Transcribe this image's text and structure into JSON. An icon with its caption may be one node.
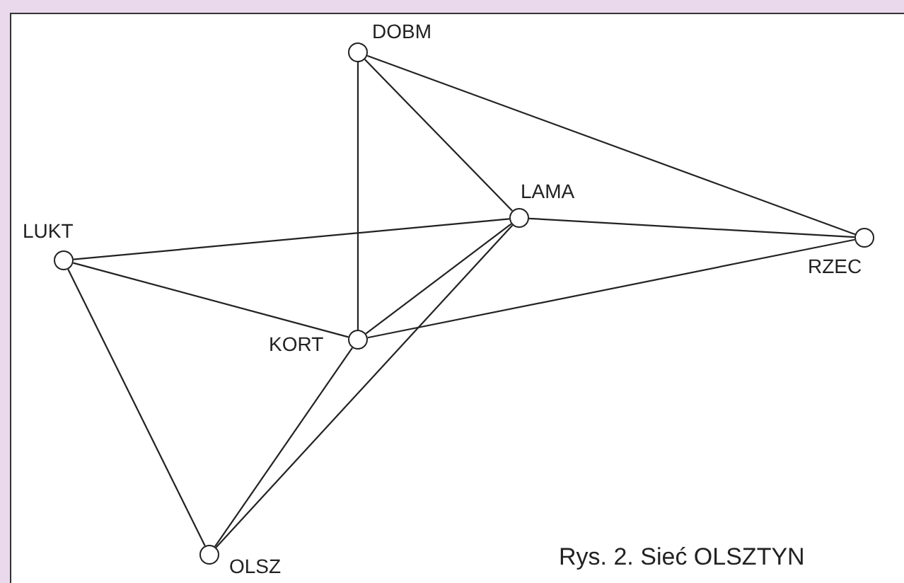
{
  "diagram": {
    "caption": "Rys. 2. Sieć OLSZTYN",
    "nodes": [
      {
        "text": [],
        "shape": "circle",
        "beside": [
          "DOBM"
        ]
      },
      {
        "text": [],
        "shape": "circle",
        "beside": [
          "LUKT"
        ]
      },
      {
        "text": [],
        "shape": "circle",
        "beside": [
          "LAMA"
        ]
      },
      {
        "text": [],
        "shape": "circle",
        "beside": [
          "RZEC"
        ]
      },
      {
        "text": [],
        "shape": "circle",
        "beside": [
          "KORT"
        ]
      },
      {
        "text": [],
        "shape": "circle",
        "beside": [
          "OLSZ"
        ]
      }
    ],
    "edges": [
      {
        "from": 0,
        "to": 4,
        "arrow": "none"
      },
      {
        "from": 0,
        "to": 2,
        "arrow": "none"
      },
      {
        "from": 0,
        "to": 3,
        "arrow": "none"
      },
      {
        "from": 1,
        "to": 2,
        "arrow": "none"
      },
      {
        "from": 2,
        "to": 3,
        "arrow": "none"
      },
      {
        "from": 1,
        "to": 4,
        "arrow": "none"
      },
      {
        "from": 1,
        "to": 5,
        "arrow": "none"
      },
      {
        "from": 2,
        "to": 4,
        "arrow": "none"
      },
      {
        "from": 2,
        "to": 5,
        "arrow": "none"
      },
      {
        "from": 4,
        "to": 3,
        "arrow": "none"
      },
      {
        "from": 4,
        "to": 5,
        "arrow": "none"
      }
    ]
  }
}
